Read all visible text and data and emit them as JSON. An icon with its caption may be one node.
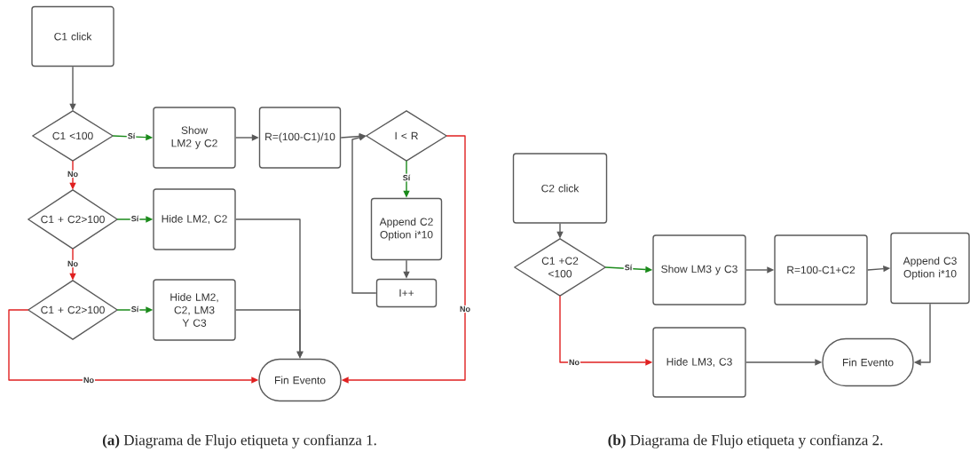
{
  "diagram": {
    "nodes": [
      {
        "text": [
          "C1 click"
        ]
      },
      {
        "text": [
          "C1 <100"
        ]
      },
      {
        "text": [
          "Show LM2 y C2"
        ]
      },
      {
        "text": [
          "R=(100-C1)/10"
        ]
      },
      {
        "text": [
          "I < R"
        ]
      },
      {
        "text": [
          "C1 + C2>100"
        ]
      },
      {
        "text": [
          "Hide LM2, C2"
        ]
      },
      {
        "text": [
          "Append C2 Option i*10"
        ]
      },
      {
        "text": [
          "I++"
        ]
      },
      {
        "text": [
          "C1 + C2>100"
        ]
      },
      {
        "text": [
          "Hide LM2, C2, LM3 Y C3"
        ]
      },
      {
        "text": [
          "Fin Evento"
        ]
      },
      {
        "text": [
          "C2 click"
        ]
      },
      {
        "text": [
          "C1 +C2 <100"
        ]
      },
      {
        "text": [
          "Show LM3 y C3"
        ]
      },
      {
        "text": [
          "R=100-C1+C2"
        ]
      },
      {
        "text": [
          "Append C3 Option i*10"
        ]
      },
      {
        "text": [
          "Hide LM3, C3"
        ]
      },
      {
        "text": [
          "Fin Evento"
        ]
      }
    ],
    "edges": [
      {
        "from": 0,
        "to": 1,
        "arrow": "to"
      },
      {
        "from": 1,
        "to": 2,
        "arrow": "to",
        "label": "Sí",
        "color": "#1a8a1a"
      },
      {
        "from": 1,
        "to": 5,
        "arrow": "to",
        "label": "No",
        "color": "#e02020"
      },
      {
        "from": 2,
        "to": 3,
        "arrow": "to"
      },
      {
        "from": 3,
        "to": 4,
        "arrow": "to"
      },
      {
        "from": 4,
        "to": 7,
        "arrow": "to",
        "label": "Sí",
        "color": "#1a8a1a"
      },
      {
        "from": 4,
        "to": 11,
        "arrow": "to",
        "label": "No",
        "color": "#e02020"
      },
      {
        "from": 5,
        "to": 6,
        "arrow": "to",
        "label": "Sí",
        "color": "#1a8a1a"
      },
      {
        "from": 5,
        "to": 9,
        "arrow": "to",
        "label": "No",
        "color": "#e02020"
      },
      {
        "from": 6,
        "to": 11,
        "arrow": "to"
      },
      {
        "from": 9,
        "to": 10,
        "arrow": "to",
        "label": "Sí",
        "color": "#1a8a1a"
      },
      {
        "from": 10,
        "to": 11,
        "arrow": "to"
      },
      {
        "from": 9,
        "to": 11,
        "arrow": "to",
        "label": "No",
        "color": "#e02020"
      },
      {
        "from": 7,
        "to": 8,
        "arrow": "to"
      },
      {
        "from": 8,
        "to": 4,
        "arrow": "to"
      },
      {
        "from": 12,
        "to": 13,
        "arrow": "to"
      },
      {
        "from": 13,
        "to": 14,
        "arrow": "to",
        "label": "Sí",
        "color": "#1a8a1a"
      },
      {
        "from": 13,
        "to": 17,
        "arrow": "to",
        "label": "No",
        "color": "#e02020"
      },
      {
        "from": 14,
        "to": 15,
        "arrow": "to"
      },
      {
        "from": 15,
        "to": 16,
        "arrow": "to"
      },
      {
        "from": 16,
        "to": 18,
        "arrow": "to"
      },
      {
        "from": 17,
        "to": 18,
        "arrow": "to"
      }
    ],
    "labels": [
      "**(a)** Diagrama de Flujo etiqueta y confianza 1.",
      "**(b)** Diagrama de Flujo etiqueta y confianza 2."
    ]
  }
}
